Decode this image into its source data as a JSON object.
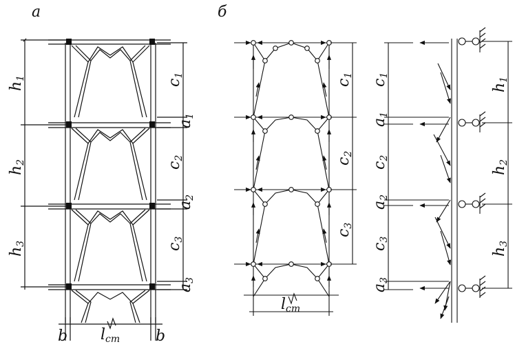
{
  "panels": {
    "a": "а",
    "b": "б"
  },
  "dims": {
    "h": [
      {
        "main": "h",
        "sub": "1"
      },
      {
        "main": "h",
        "sub": "2"
      },
      {
        "main": "h",
        "sub": "3"
      }
    ],
    "c": [
      {
        "main": "c",
        "sub": "1"
      },
      {
        "main": "c",
        "sub": "2"
      },
      {
        "main": "c",
        "sub": "3"
      }
    ],
    "a": [
      {
        "main": "a",
        "sub": "1"
      },
      {
        "main": "a",
        "sub": "2"
      },
      {
        "main": "a",
        "sub": "3"
      }
    ],
    "b": "b",
    "l": {
      "main": "l",
      "sub": "ст"
    }
  }
}
